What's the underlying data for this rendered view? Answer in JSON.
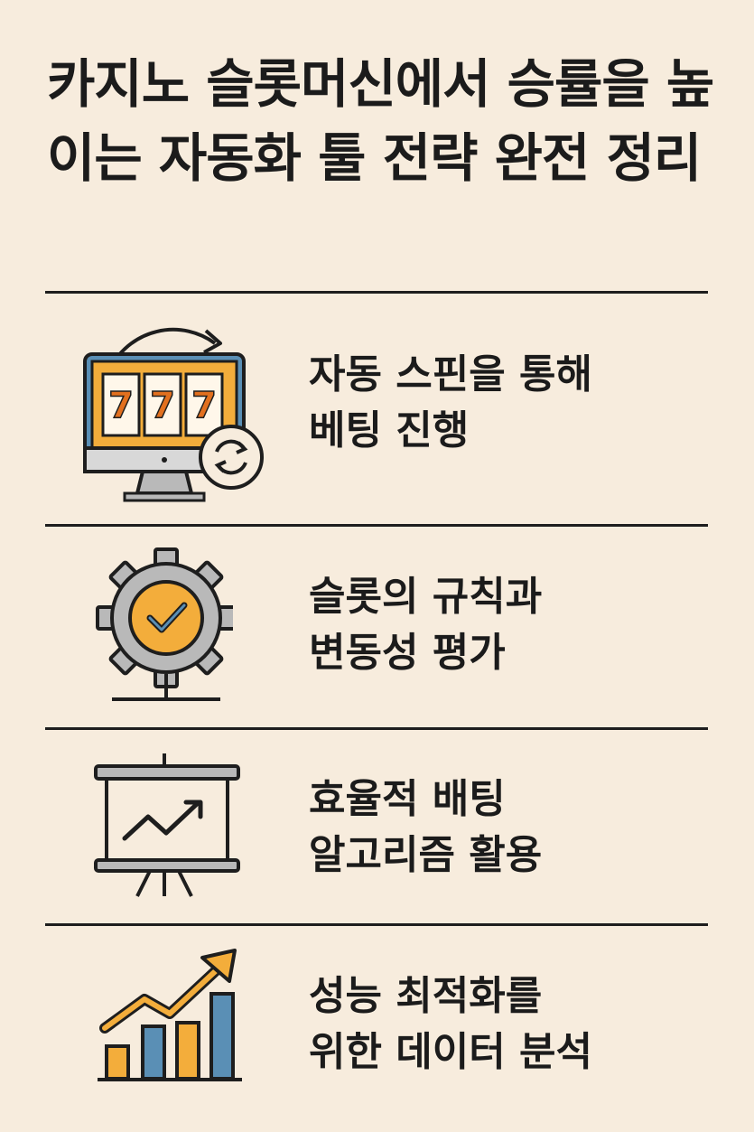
{
  "title": "카지노 슬롯머신에서 승률을 높이는 자동화 툴 전략 완전 정리",
  "colors": {
    "background": "#f7ecdd",
    "accent_orange": "#f3ad3b",
    "accent_blue": "#5a8fb5",
    "gray": "#b9b9b9",
    "ink": "#1e1e1e"
  },
  "items": [
    {
      "icon": "slot-machine-monitor-icon",
      "reels": [
        "7",
        "7",
        "7"
      ],
      "line1": "자동 스핀을 통해",
      "line2": "베팅 진행"
    },
    {
      "icon": "gear-check-icon",
      "line1": "슬롯의 규칙과",
      "line2": "변동성 평가"
    },
    {
      "icon": "presentation-chart-icon",
      "line1": "효율적 배팅",
      "line2": "알고리즘 활용"
    },
    {
      "icon": "bar-chart-growth-icon",
      "line1": "성능 최적화를",
      "line2": "위한 데이터 분석"
    }
  ]
}
